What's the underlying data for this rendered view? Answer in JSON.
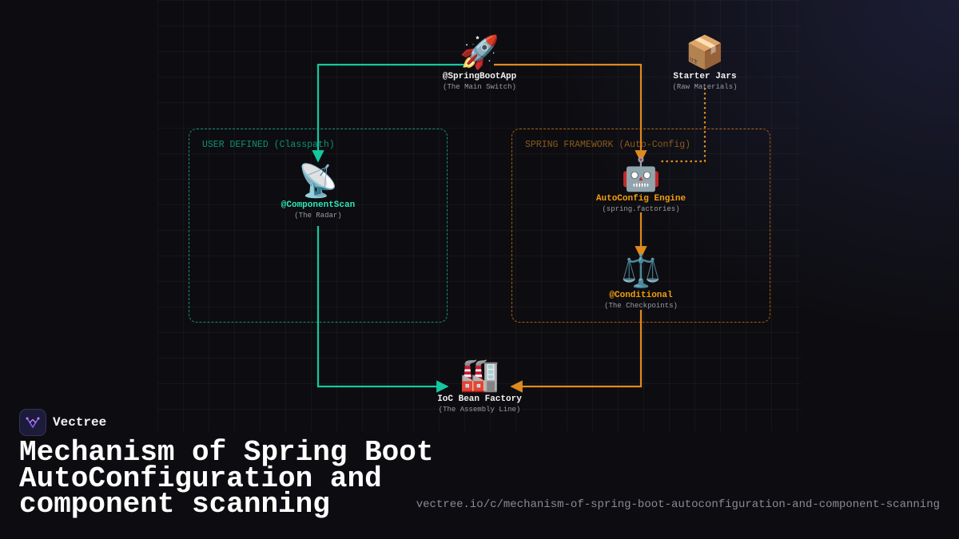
{
  "zones": {
    "user": {
      "label": "USER DEFINED (Classpath)"
    },
    "spring": {
      "label": "SPRING FRAMEWORK (Auto-Config)"
    }
  },
  "nodes": {
    "spring_boot_app": {
      "icon": "rocket-icon",
      "emoji": "🚀",
      "title": "@SpringBootApp",
      "subtitle": "(The Main Switch)"
    },
    "starter_jars": {
      "icon": "package-icon",
      "emoji": "📦",
      "title": "Starter Jars",
      "subtitle": "(Raw Materials)"
    },
    "component_scan": {
      "icon": "satellite-dish-icon",
      "emoji": "📡",
      "title": "@ComponentScan",
      "subtitle": "(The Radar)"
    },
    "autoconfig_engine": {
      "icon": "robot-icon",
      "emoji": "🤖",
      "title": "AutoConfig Engine",
      "subtitle": "(spring.factories)"
    },
    "conditional": {
      "icon": "balance-scale-icon",
      "emoji": "⚖️",
      "title": "@Conditional",
      "subtitle": "(The Checkpoints)"
    },
    "ioc_bean_factory": {
      "icon": "factory-icon",
      "emoji": "🏭",
      "title": "IoC Bean Factory",
      "subtitle": "(The Assembly Line)"
    }
  },
  "edges": [
    {
      "from": "spring_boot_app",
      "to": "component_scan",
      "style": "solid",
      "color": "#14c9a0"
    },
    {
      "from": "spring_boot_app",
      "to": "autoconfig_engine",
      "style": "solid",
      "color": "#e08a1e"
    },
    {
      "from": "starter_jars",
      "to": "autoconfig_engine",
      "style": "dotted",
      "color": "#e08a1e"
    },
    {
      "from": "autoconfig_engine",
      "to": "conditional",
      "style": "solid",
      "color": "#e08a1e"
    },
    {
      "from": "component_scan",
      "to": "ioc_bean_factory",
      "style": "solid",
      "color": "#14c9a0"
    },
    {
      "from": "conditional",
      "to": "ioc_bean_factory",
      "style": "solid",
      "color": "#e08a1e"
    }
  ],
  "colors": {
    "teal": "#14c9a0",
    "amber": "#e08a1e",
    "background": "#0d0d11"
  },
  "brand": {
    "name": "Vectree",
    "icon": "vectree-logo-icon"
  },
  "title": "Mechanism of Spring Boot AutoConfiguration and component scanning",
  "url": "vectree.io/c/mechanism-of-spring-boot-autoconfiguration-and-component-scanning"
}
